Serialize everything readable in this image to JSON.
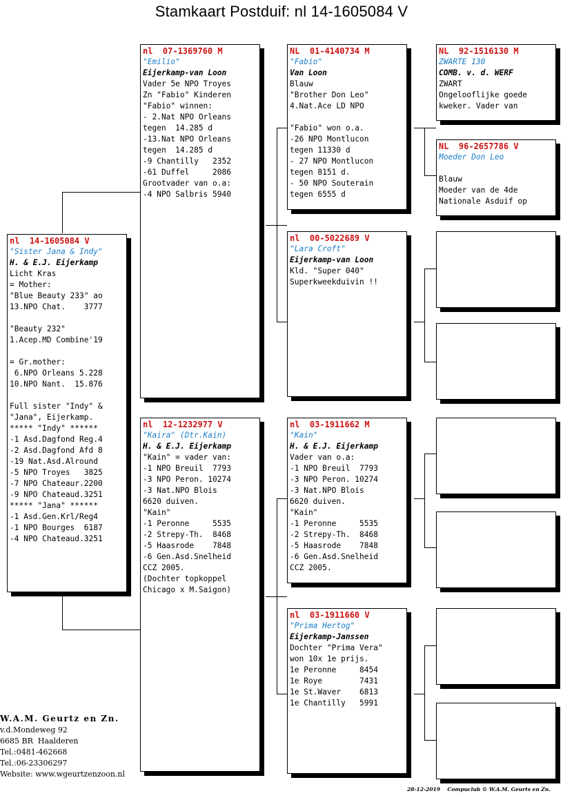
{
  "title": "Stamkaart Postduif: nl  14-1605084 V",
  "cards": [
    {
      "id": "subject",
      "ring": "nl  14-1605084 V",
      "name": "\"Sister Jana & Indy\"",
      "breeder": "H. & E.J. Eijerkamp",
      "lines": [
        "Licht Kras",
        "= Mother:",
        "\"Blue Beauty 233\" ao",
        "13.NPO Chat.    3777",
        "",
        "\"Beauty 232\"",
        "1.Acep.MD Combine'19",
        "",
        "= Gr.mother:",
        " 6.NPO Orleans 5.228",
        "10.NPO Nant.  15.876",
        "",
        "Full sister \"Indy\" &",
        "\"Jana\", Eijerkamp.",
        "***** \"Indy\" ******",
        "-1 Asd.Dagfond Reg.4",
        "-2 Asd.Dagfond Afd 8",
        "-19 Nat.Asd.Alround",
        "-5 NPO Troyes   3825",
        "-7 NPO Chateaur.2200",
        "-9 NPO Chateaud.3251",
        "***** \"Jana\" ******",
        "-1 Asd.Gen.Krl/Reg4",
        "-1 NPO Bourges  6187",
        "-4 NPO Chateaud.3251"
      ]
    },
    {
      "id": "sire",
      "ring": "nl  07-1369760 M",
      "name": "\"Emilio\"",
      "breeder": "Eijerkamp-van Loon",
      "lines": [
        "Vader 5e NPO Troyes",
        "Zn \"Fabio\" Kinderen",
        "\"Fabio\" winnen:",
        "- 2.Nat NPO Orleans",
        "tegen  14.285 d",
        "-13.Nat NPO Orleans",
        "tegen  14.285 d",
        "-9 Chantilly   2352",
        "-61 Duffel     2086",
        "Grootvader van o.a:",
        "-4 NPO Salbris 5940"
      ]
    },
    {
      "id": "dam",
      "ring": "nl  12-1232977 V",
      "name": "\"Kaira\" (Dtr.Kain)",
      "breeder": "H. & E.J. Eijerkamp",
      "lines": [
        "\"Kain\" = vader van:",
        "-1 NPO Breuil  7793",
        "-3 NPO Peron. 10274",
        "-3 Nat.NPO Blois",
        "6620 duiven.",
        "\"Kain\"",
        "-1 Peronne     5535",
        "-2 Strepy-Th.  8468",
        "-5 Haasrode    7848",
        "-6 Gen.Asd.Snelheid",
        "CCZ 2005.",
        "(Dochter topkoppel",
        "Chicago x M.Saigon)"
      ]
    },
    {
      "id": "ss",
      "ring": "NL  01-4140734 M",
      "name": "\"Fabio\"",
      "breeder": "Van Loon",
      "lines": [
        "Blauw",
        "\"Brother Don Leo\"",
        "4.Nat.Ace LD NPO",
        "",
        "\"Fabio\" won o.a.",
        "-26 NPO Montlucon",
        "tegen 11330 d",
        "- 27 NPO Montlucon",
        "tegen 8151 d.",
        "- 50 NPO Souterain",
        "tegen 6555 d"
      ]
    },
    {
      "id": "sd",
      "ring": "nl  00-5022689 V",
      "name": "\"Lara Croft\"",
      "breeder": "Eijerkamp-van Loon",
      "lines": [
        "Kld. \"Super 040\"",
        "Superkweekduivin !!"
      ]
    },
    {
      "id": "ds",
      "ring": "nl  03-1911662 M",
      "name": "\"Kain\"",
      "breeder": "H. & E.J. Eijerkamp",
      "lines": [
        "Vader van o.a:",
        "-1 NPO Breuil  7793",
        "-3 NPO Peron. 10274",
        "-3 Nat.NPO Blois",
        "6620 duiven.",
        "\"Kain\"",
        "-1 Peronne     5535",
        "-2 Strepy-Th.  8468",
        "-5 Haasrode    7848",
        "-6 Gen.Asd.Snelheid",
        "CCZ 2005."
      ]
    },
    {
      "id": "dd",
      "ring": "nl  03-1911660 V",
      "name": "\"Prima Hertog\"",
      "breeder": "Eijerkamp-Janssen",
      "lines": [
        "Dochter \"Prima Vera\"",
        "won 10x 1e prijs.",
        "1e Peronne     8454",
        "1e Roye        7431",
        "1e St.Waver    6813",
        "1e Chantilly   5991"
      ]
    },
    {
      "id": "sss",
      "ring": "NL  92-1516130 M",
      "name": "ZWARTE 130",
      "breeder": "COMB. v. d. WERF",
      "lines": [
        "ZWART",
        "Ongelooflijke goede",
        "kweker. Vader van"
      ]
    },
    {
      "id": "ssd",
      "ring": "NL  96-2657786 V",
      "name": "Moeder Don Leo",
      "breeder": "",
      "lines": [
        "Blauw",
        "Moeder van de 4de",
        "Nationale Asduif op"
      ]
    },
    {
      "id": "g3",
      "ring": "",
      "name": "",
      "breeder": "",
      "lines": []
    },
    {
      "id": "g4",
      "ring": "",
      "name": "",
      "breeder": "",
      "lines": []
    },
    {
      "id": "g5",
      "ring": "",
      "name": "",
      "breeder": "",
      "lines": []
    },
    {
      "id": "g6",
      "ring": "",
      "name": "",
      "breeder": "",
      "lines": []
    },
    {
      "id": "g7",
      "ring": "",
      "name": "",
      "breeder": "",
      "lines": []
    },
    {
      "id": "g8",
      "ring": "",
      "name": "",
      "breeder": "",
      "lines": []
    }
  ],
  "breeder_info": {
    "name": "W.A.M. Geurtz en Zn.",
    "lines": [
      "v.d.Mondeweg 92",
      "6685 BR  Haalderen",
      "Tel.:0481-462668",
      "Tel.:06-23306297",
      "Website: www.wgeurtzenzoon.nl"
    ]
  },
  "footer": "28-12-2019    Compuclub © W.A.M. Geurts en Zn."
}
